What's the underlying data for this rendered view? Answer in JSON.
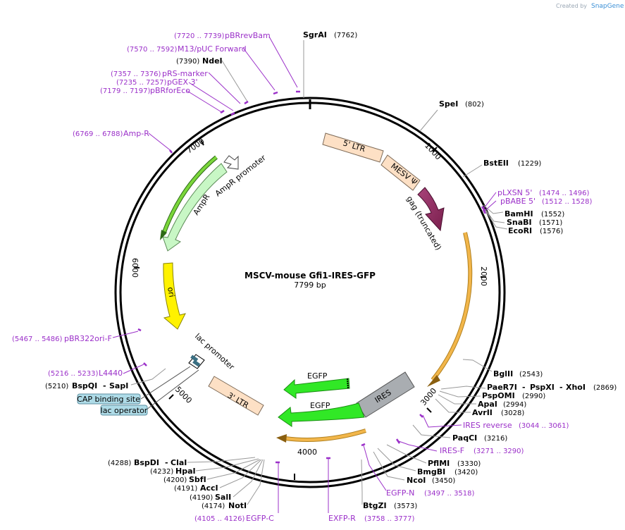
{
  "credit": {
    "prefix": "Created by",
    "brand": "SnapGene"
  },
  "plasmid": {
    "name": "MSCV-mouse Gfi1-IRES-GFP",
    "size_label": "7799 bp"
  },
  "ticks": [
    "1000",
    "2000",
    "3000",
    "4000",
    "5000",
    "6000",
    "7000"
  ],
  "features": {
    "ltr5": "5' LTR",
    "mesv": "MESV Ψ",
    "gag": "gag (truncated)",
    "ires": "IRES",
    "egfp_small": "EGFP",
    "egfp_big": "EGFP",
    "ltr3": "3' LTR",
    "lac_promoter": "lac promoter",
    "ori": "ori",
    "ampr": "AmpR",
    "ampr_promoter": "AmpR promoter"
  },
  "sites": {
    "sgrai": {
      "name": "SgrAI",
      "pos": "(7762)"
    },
    "spei": {
      "name": "SpeI",
      "pos": "(802)"
    },
    "bsteii": {
      "name": "BstEII",
      "pos": "(1229)"
    },
    "bamhi": {
      "name": "BamHI",
      "pos": "(1552)"
    },
    "snabi": {
      "name": "SnaBI",
      "pos": "(1571)"
    },
    "ecori": {
      "name": "EcoRI",
      "pos": "(1576)"
    },
    "bglii": {
      "name": "BglII",
      "pos": "(2543)"
    },
    "paer7i": {
      "name": "PaeR7I",
      "pos": ""
    },
    "pspxi": {
      "name": "PspXI",
      "pos": ""
    },
    "xhoi": {
      "name": "XhoI",
      "pos": "(2869)"
    },
    "pspomi": {
      "name": "PspOMI",
      "pos": "(2990)"
    },
    "apai": {
      "name": "ApaI",
      "pos": "(2994)"
    },
    "avrii": {
      "name": "AvrII",
      "pos": "(3028)"
    },
    "paqci": {
      "name": "PaqCI",
      "pos": "(3216)"
    },
    "pflmi": {
      "name": "PflMI",
      "pos": "(3330)"
    },
    "bmgbi": {
      "name": "BmgBI",
      "pos": "(3420)"
    },
    "ncoi": {
      "name": "NcoI",
      "pos": "(3450)"
    },
    "btgzi": {
      "name": "BtgZI",
      "pos": "(3573)"
    },
    "noti": {
      "name": "NotI",
      "pos": "(4174)"
    },
    "sali": {
      "name": "SalI",
      "pos": "(4190)"
    },
    "acci": {
      "name": "AccI",
      "pos": "(4191)"
    },
    "sbfi": {
      "name": "SbfI",
      "pos": "(4200)"
    },
    "hpai": {
      "name": "HpaI",
      "pos": "(4232)"
    },
    "bspdi": {
      "name": "BspDI",
      "pos": "(4288)"
    },
    "clai": {
      "name": "ClaI",
      "pos": ""
    },
    "bspqi": {
      "name": "BspQI",
      "pos": "(5210)"
    },
    "sapi": {
      "name": "SapI",
      "pos": ""
    },
    "ndei": {
      "name": "NdeI",
      "pos": "(7390)"
    }
  },
  "primers": {
    "pbrrevbam": {
      "name": "pBRrevBam",
      "range": "(7720 .. 7739)"
    },
    "m13puc": {
      "name": "M13/pUC Forward",
      "range": "(7570 .. 7592)"
    },
    "prsmarker": {
      "name": "pRS-marker",
      "range": "(7357 .. 7376)"
    },
    "pgex3": {
      "name": "pGEX 3'",
      "range": "(7235 .. 7257)"
    },
    "pbrforeco": {
      "name": "pBRforEco",
      "range": "(7179 .. 7197)"
    },
    "ampr_primer": {
      "name": "Amp-R",
      "range": "(6769 .. 6788)"
    },
    "plxsn5": {
      "name": "pLXSN 5'",
      "range": "(1474 .. 1496)"
    },
    "pbabe5": {
      "name": "pBABE 5'",
      "range": "(1512 .. 1528)"
    },
    "iresrev": {
      "name": "IRES reverse",
      "range": "(3044 .. 3061)"
    },
    "iresf": {
      "name": "IRES-F",
      "range": "(3271 .. 3290)"
    },
    "egfpn": {
      "name": "EGFP-N",
      "range": "(3497 .. 3518)"
    },
    "exfpr": {
      "name": "EXFP-R",
      "range": "(3758 .. 3777)"
    },
    "egfpc": {
      "name": "EGFP-C",
      "range": "(4105 .. 4126)"
    },
    "pbr322ori": {
      "name": "pBR322ori-F",
      "range": "(5467 .. 5486)"
    },
    "l4440": {
      "name": "L4440",
      "range": "(5216 .. 5233)"
    }
  },
  "boxes": {
    "cap": "CAP binding site",
    "lacop": "lac operator"
  },
  "colors": {
    "primer": "#9b30c9",
    "ltr": "#fde0c5",
    "gag": "#8e2b5e",
    "orf": "#f2b64a",
    "ires": "#a9adb1",
    "egfp": "#31e826",
    "ori": "#fff200",
    "ampr": "#c8f7c5",
    "misc_box": "#aedbe7"
  }
}
